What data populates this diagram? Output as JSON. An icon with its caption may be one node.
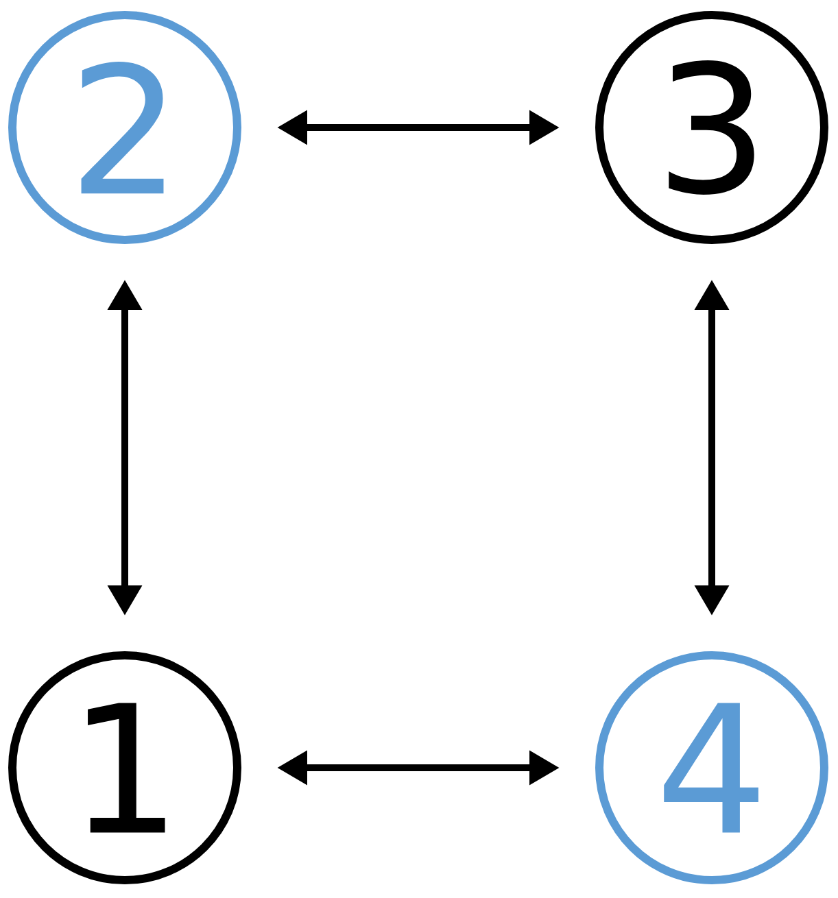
{
  "diagram": {
    "nodes": [
      {
        "text": [
          "2"
        ]
      },
      {
        "text": [
          "3"
        ]
      },
      {
        "text": [
          "1"
        ]
      },
      {
        "text": [
          "4"
        ]
      }
    ],
    "edges": [
      {
        "from": 0,
        "to": 1,
        "arrow": "both"
      },
      {
        "from": 0,
        "to": 2,
        "arrow": "both"
      },
      {
        "from": 1,
        "to": 3,
        "arrow": "both"
      },
      {
        "from": 2,
        "to": 3,
        "arrow": "both"
      }
    ]
  }
}
